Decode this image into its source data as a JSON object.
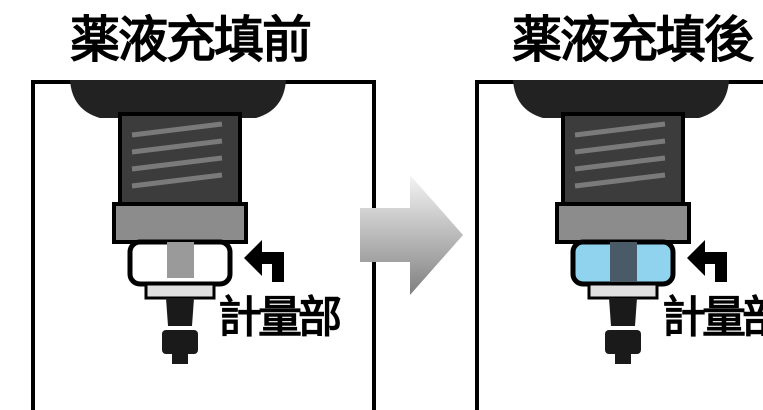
{
  "titles": {
    "before": "薬液充填前",
    "after": "薬液充填後"
  },
  "labels": {
    "metering_part_before": "計量部",
    "metering_part_after": "計量部"
  },
  "colors": {
    "cap": "#222222",
    "thread_body": "#3c3c3c",
    "collar": "#8c8c8c",
    "chamber_empty": "#ffffff",
    "liquid": "#8fd3ef",
    "arrow_light": "#f4f4f4",
    "arrow_dark": "#808080"
  },
  "icons": {
    "pointer_left": "corner-arrow-left-icon",
    "transition": "right-arrow-icon"
  },
  "states": {
    "before": {
      "liquid_filled": false
    },
    "after": {
      "liquid_filled": true
    }
  }
}
